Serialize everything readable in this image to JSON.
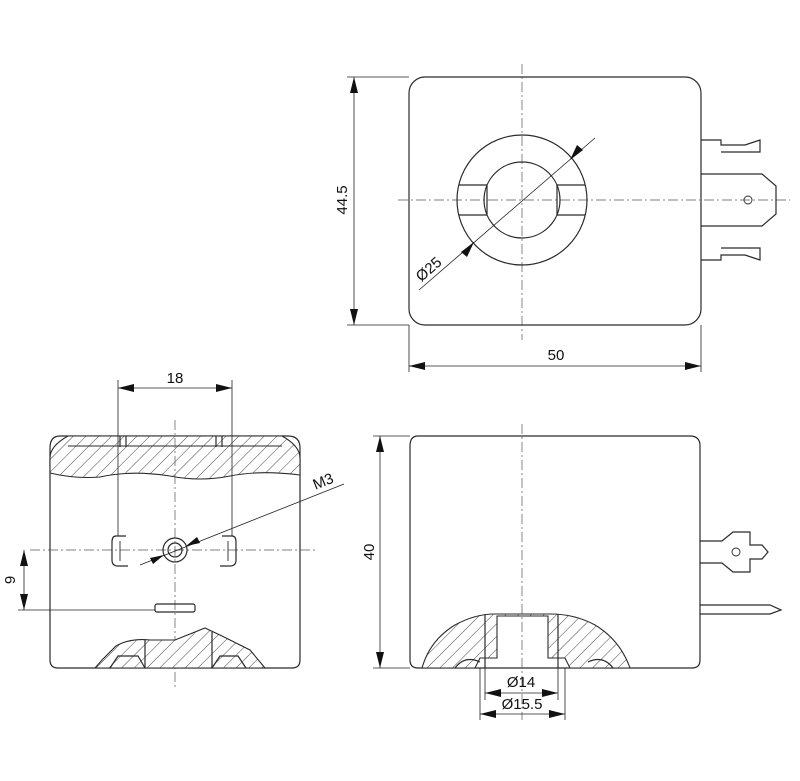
{
  "dimensions": {
    "top_height": "44.5",
    "top_width": "50",
    "bore_diameter": "Ø25",
    "pin_spacing": "18",
    "thread": "M3",
    "thread_offset": "9",
    "side_height": "40",
    "inner_diameter": "Ø14",
    "outer_diameter": "Ø15.5"
  }
}
